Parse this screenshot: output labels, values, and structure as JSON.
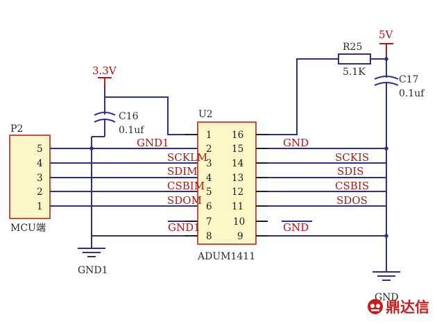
{
  "colors": {
    "wire": "#2b2e8a",
    "label": "#a41818",
    "chip_fill": "#fdf6c6",
    "chip_border": "#b0261d",
    "watermark": "#c41e1e"
  },
  "power": {
    "vcc_left": "3.3V",
    "vcc_right": "5V",
    "gnd_left": "GND1",
    "gnd_right": "GND"
  },
  "components": {
    "c16": {
      "ref": "C16",
      "value": "0.1uf"
    },
    "c17": {
      "ref": "C17",
      "value": "0.1uf"
    },
    "r25": {
      "ref": "R25",
      "value": "5.1K"
    }
  },
  "connector": {
    "ref": "P2",
    "label": "MCU端",
    "pins": [
      "5",
      "4",
      "3",
      "2",
      "1"
    ]
  },
  "chip": {
    "ref": "U2",
    "part": "ADUM1411",
    "left_pins": [
      "1",
      "2",
      "3",
      "4",
      "5",
      "6",
      "7",
      "8"
    ],
    "right_pins": [
      "16",
      "15",
      "14",
      "13",
      "12",
      "11",
      "10",
      "9"
    ]
  },
  "nets_left": [
    "GND1",
    "SCKLM",
    "SDIM",
    "CSBIM",
    "SDOM",
    "GND1"
  ],
  "nets_right": [
    "GND",
    "SCKIS",
    "SDIS",
    "CSBIS",
    "SDOS",
    "GND"
  ],
  "watermark": {
    "text": "鼎达信",
    "icon": "ddx-logo-icon"
  }
}
